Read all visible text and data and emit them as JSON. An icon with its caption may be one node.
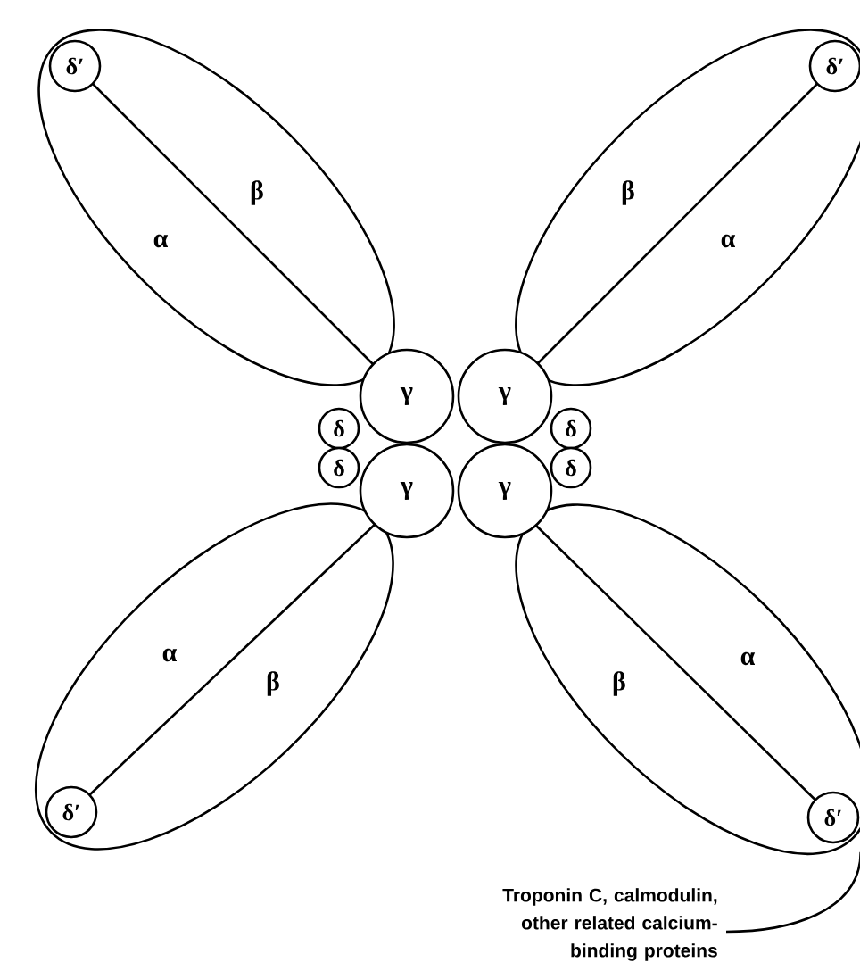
{
  "diagram": {
    "nodes": [
      {
        "text": [
          "α",
          "β"
        ]
      },
      {
        "text": [
          "δ′"
        ],
        "in": 0
      },
      {
        "text": [
          "β",
          "α"
        ]
      },
      {
        "text": [
          "δ′"
        ],
        "in": 2
      },
      {
        "text": [
          "γ"
        ]
      },
      {
        "text": [
          "γ"
        ]
      },
      {
        "text": [
          "δ"
        ]
      },
      {
        "text": [
          "δ"
        ]
      },
      {
        "text": [
          "δ"
        ]
      },
      {
        "text": [
          "δ"
        ]
      },
      {
        "text": [
          "γ"
        ]
      },
      {
        "text": [
          "γ"
        ]
      },
      {
        "text": [
          "α",
          "β"
        ]
      },
      {
        "text": [
          "δ′"
        ],
        "in": 12
      },
      {
        "text": [
          "β",
          "α"
        ]
      },
      {
        "text": [
          "δ′"
        ],
        "in": 14
      },
      {
        "text": [
          "Troponin C, calmodulin, other related calcium-binding proteins"
        ]
      }
    ],
    "edges": [
      {
        "from": 16,
        "to": 15,
        "arrow": "none"
      }
    ]
  }
}
